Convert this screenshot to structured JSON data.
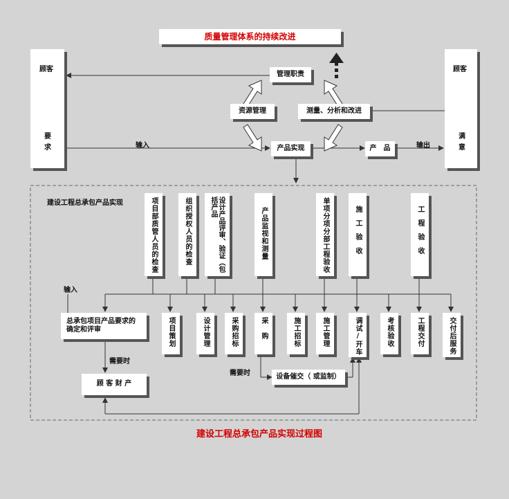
{
  "top_title": "质量管理体系的持续改进",
  "customer_left": {
    "title": "顾客",
    "req": "要求"
  },
  "customer_right": {
    "title": "顾客",
    "sat": "满意"
  },
  "mgmt": "管理职责",
  "resource": "资源管理",
  "measure": "测量、分析和改进",
  "realization": "产品实现",
  "product": "产　品",
  "input_label": "输入",
  "output_label": "输出",
  "section_title": "建设工程总承包产品实现",
  "top_boxes": [
    "项目部质管人员的检查",
    "组织授权人员的检查",
    "设计产品评审、验证（包括产品",
    "产品监视和测量",
    "单项分项分部工程验收",
    "施工验收",
    "工程验收"
  ],
  "input2": "输入",
  "req_review": "总承包项目产品要求的确定和评审",
  "need1": "需要时",
  "cust_prop": "顾 客 财 产",
  "bottom_boxes": [
    "项目策划",
    "设计管理",
    "采购招标",
    "采购",
    "施工招标",
    "施工管理",
    "调试/开车",
    "考核验收",
    "工程交付",
    "交付后服务"
  ],
  "need2": "需要时",
  "equip": "设备催交（ 或监制）",
  "caption": "建设工程总承包产品实现过程图"
}
